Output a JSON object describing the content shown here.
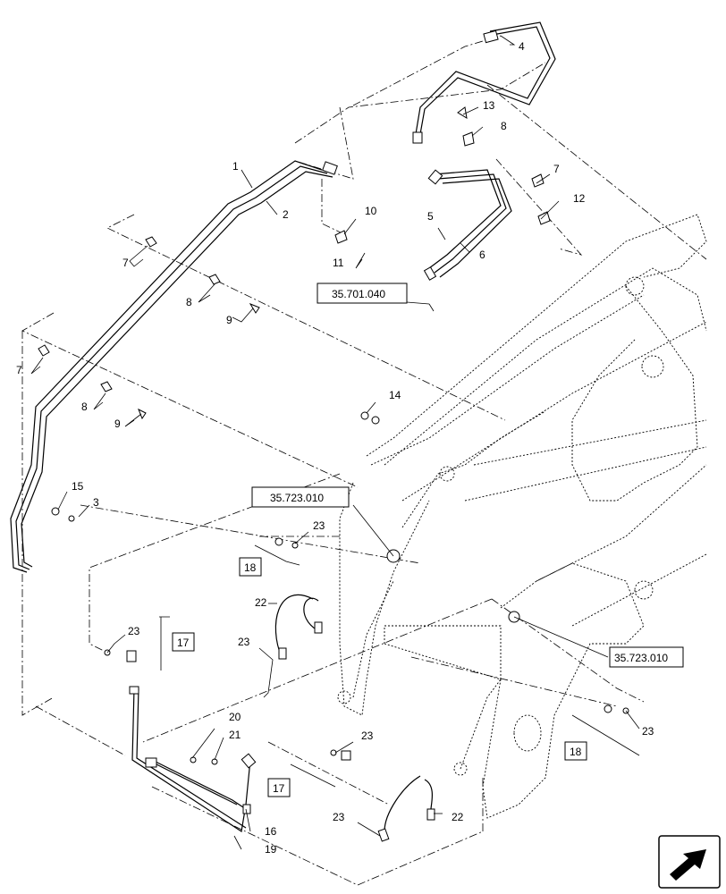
{
  "callouts": {
    "c1": "1",
    "c2": "2",
    "c3": "3",
    "c4": "4",
    "c5": "5",
    "c6": "6",
    "c7a": "7",
    "c7b": "7",
    "c7c": "7",
    "c8a": "8",
    "c8b": "8",
    "c8c": "8",
    "c9a": "9",
    "c9b": "9",
    "c10": "10",
    "c11": "11",
    "c12": "12",
    "c13": "13",
    "c14": "14",
    "c15": "15",
    "c16": "16",
    "c19": "19",
    "c20": "20",
    "c21": "21",
    "c22a": "22",
    "c22b": "22",
    "c23a": "23",
    "c23b": "23",
    "c23c": "23",
    "c23d": "23",
    "c23e": "23",
    "c23f": "23"
  },
  "references": {
    "ref_701": "35.701.040",
    "ref_723a": "35.723.010",
    "ref_723b": "35.723.010",
    "box17a": "17",
    "box17b": "17",
    "box18a": "18",
    "box18b": "18"
  },
  "icons": {
    "navigation": "next-page-arrow-icon"
  }
}
